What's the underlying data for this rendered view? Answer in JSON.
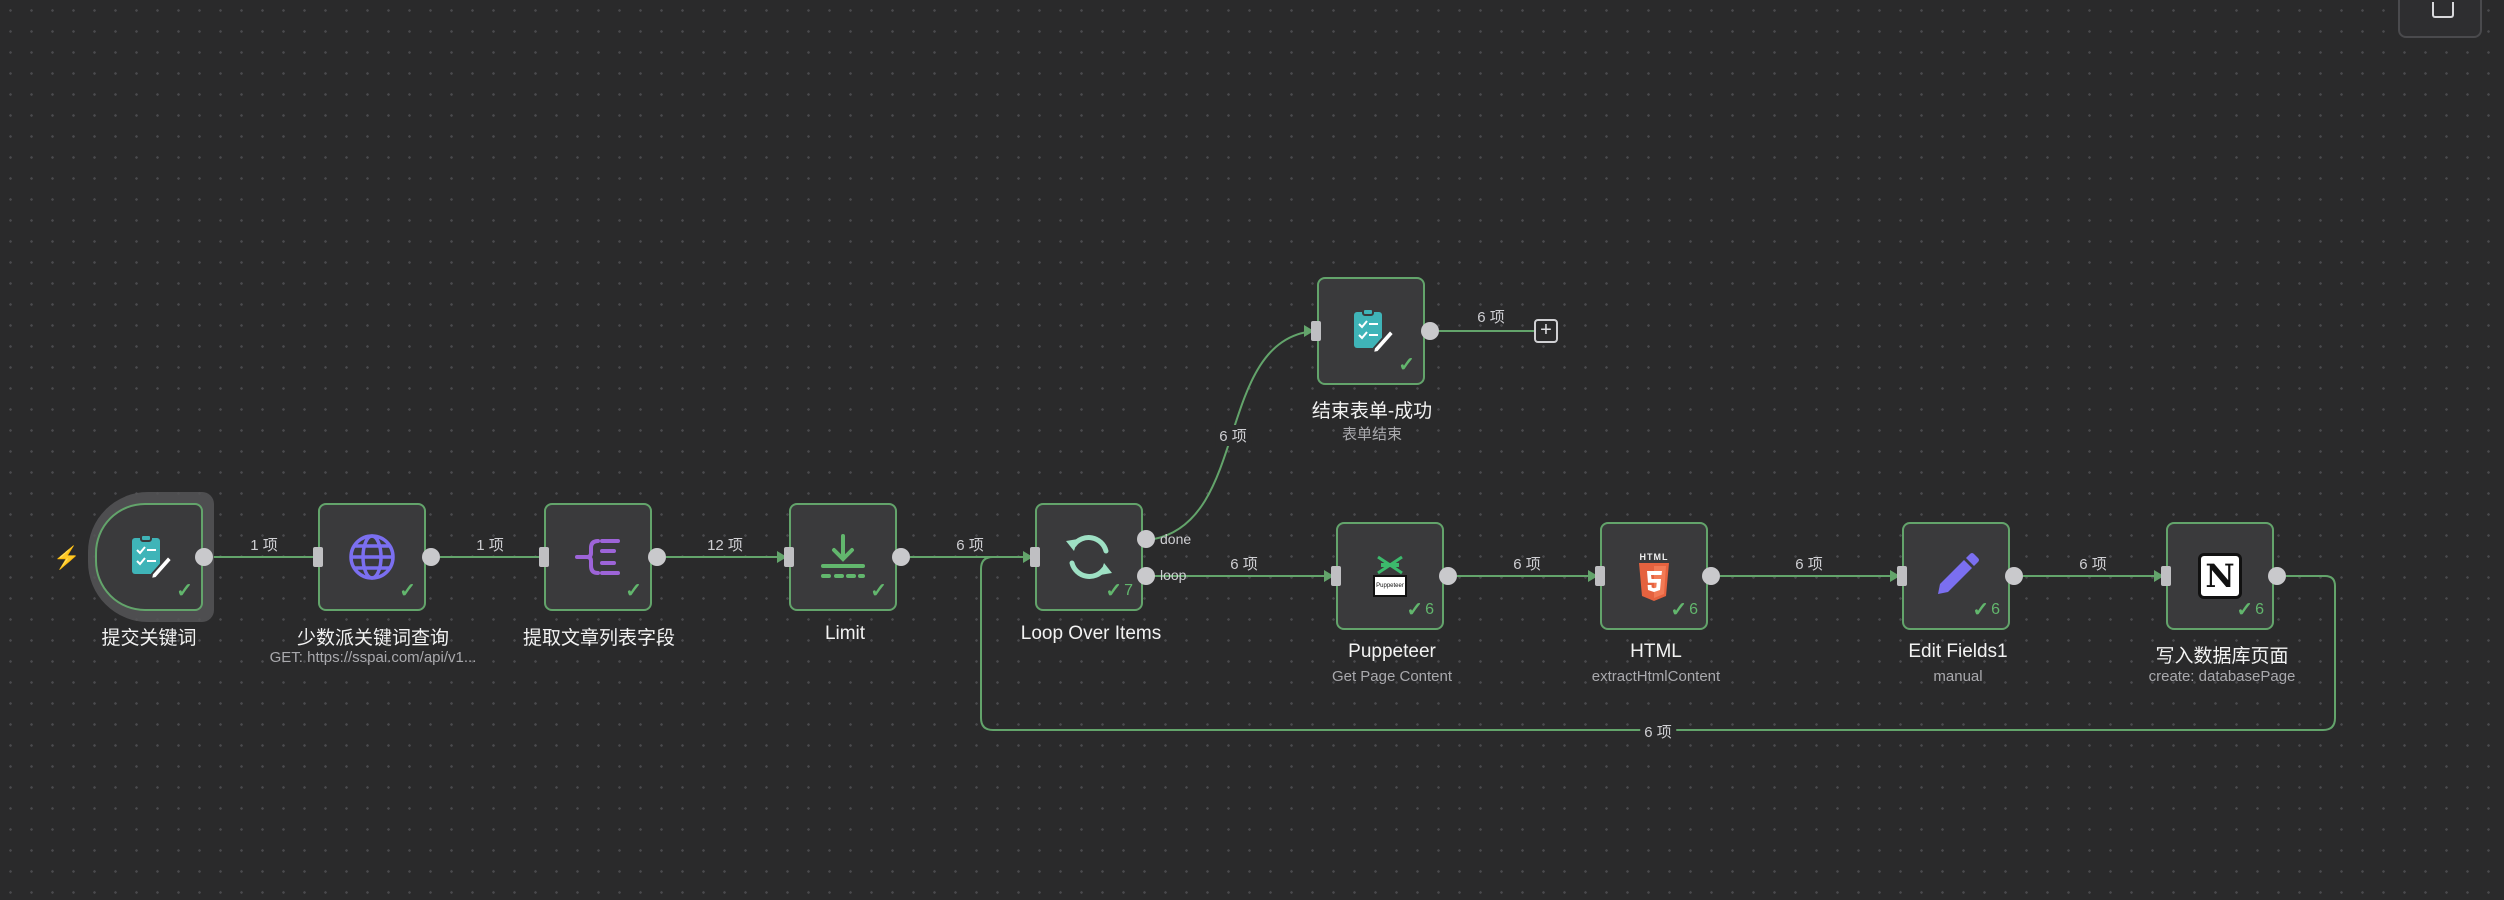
{
  "nodes": {
    "submit_keyword": {
      "title": "提交关键词",
      "status_icon": "check-icon"
    },
    "sspai_query": {
      "title": "少数派关键词查询",
      "subtitle": "GET: https://sspai.com/api/v1...",
      "status_icon": "check-icon"
    },
    "extract_fields": {
      "title": "提取文章列表字段",
      "status_icon": "check-icon"
    },
    "limit": {
      "title": "Limit",
      "status_icon": "check-icon"
    },
    "loop": {
      "title": "Loop Over Items",
      "count": "7",
      "output_done": "done",
      "output_loop": "loop"
    },
    "end_form": {
      "title": "结束表单-成功",
      "subtitle": "表单结束",
      "status_icon": "check-icon"
    },
    "puppeteer": {
      "title": "Puppeteer",
      "subtitle": "Get Page Content",
      "count": "6",
      "logo_text": "Puppeteer"
    },
    "html": {
      "title": "HTML",
      "subtitle": "extractHtmlContent",
      "count": "6",
      "logo_text": "HTML"
    },
    "edit_fields": {
      "title": "Edit Fields1",
      "subtitle": "manual",
      "count": "6"
    },
    "notion": {
      "title": "写入数据库页面",
      "subtitle": "create: databasePage",
      "count": "6",
      "logo_text": "N"
    }
  },
  "edges": {
    "e1": "1 项",
    "e2": "1 项",
    "e3": "12 项",
    "e4": "6 项",
    "e_done": "6 项",
    "e_end_out": "6 项",
    "e_loop": "6 项",
    "e6": "6 项",
    "e7": "6 项",
    "e8": "6 项",
    "e_back": "6 项"
  },
  "add_button": "+",
  "colors": {
    "canvas": "#2a2a2b",
    "node": "#3a3a3c",
    "success": "#63a46b",
    "form_icon": "#3fb4b8",
    "http_icon": "#7b6ff0",
    "split_icon": "#9d64d8",
    "limit_icon": "#62b66d",
    "loop_icon": "#9ee0c4",
    "html_icon": "#e5623f",
    "edit_icon": "#7b6ff0",
    "trigger": "#e5623f"
  }
}
